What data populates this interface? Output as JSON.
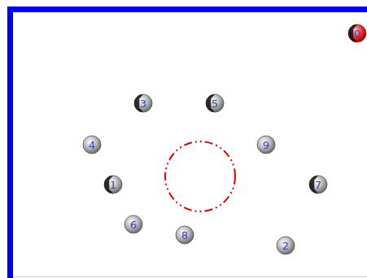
{
  "diagram": {
    "nodes": [
      {
        "text": [
          "0"
        ]
      },
      {
        "text": [
          "3"
        ]
      },
      {
        "text": [
          "5"
        ]
      },
      {
        "text": [
          "4"
        ]
      },
      {
        "text": [
          "9"
        ]
      },
      {
        "text": [
          "1"
        ]
      },
      {
        "text": [
          "7"
        ]
      },
      {
        "text": [
          "6"
        ]
      },
      {
        "text": [
          "8"
        ]
      },
      {
        "text": [
          "2"
        ]
      }
    ]
  }
}
